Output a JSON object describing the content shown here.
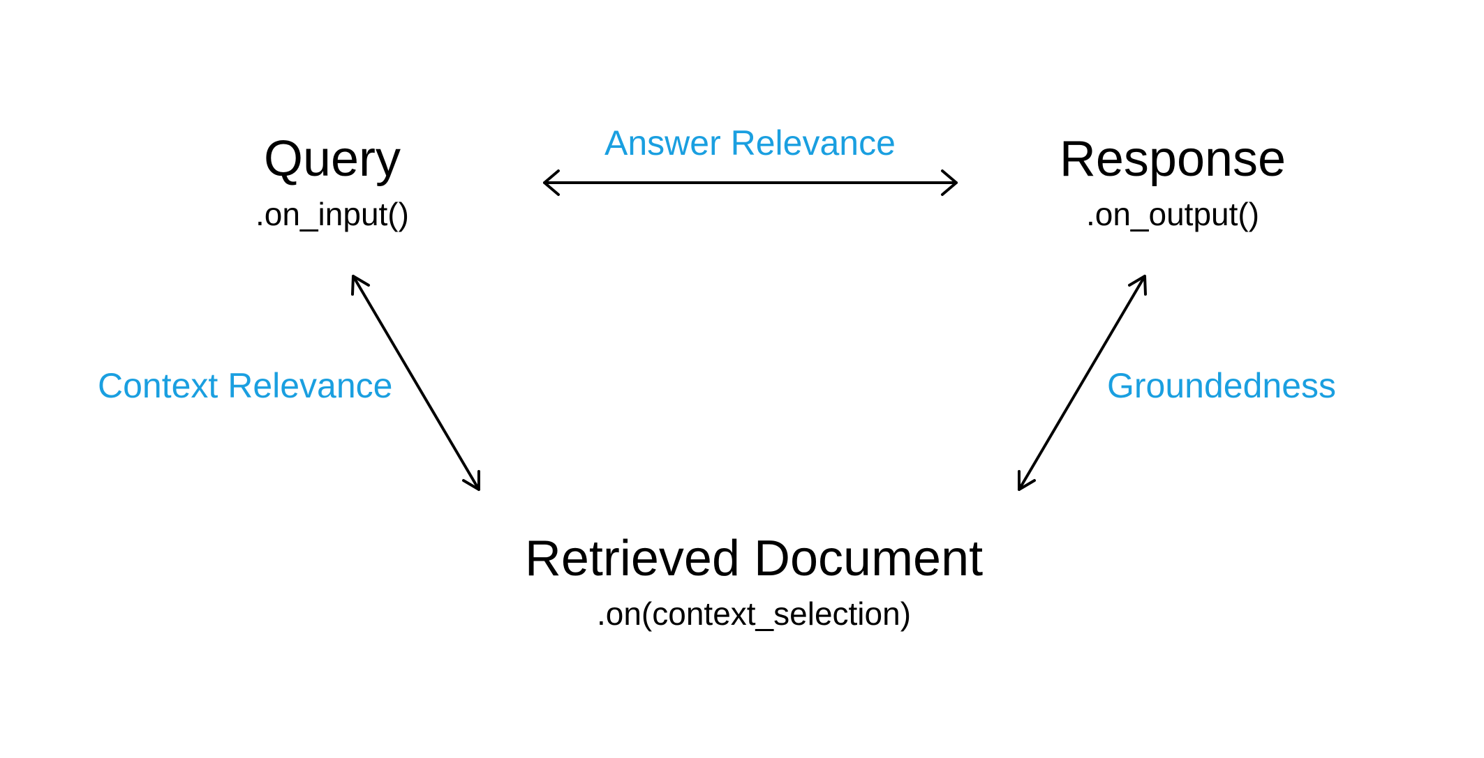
{
  "nodes": {
    "query": {
      "title": "Query",
      "method": ".on_input()"
    },
    "response": {
      "title": "Response",
      "method": ".on_output()"
    },
    "document": {
      "title": "Retrieved Document",
      "method": ".on(context_selection)"
    }
  },
  "edges": {
    "answer_relevance": {
      "label": "Answer Relevance"
    },
    "context_relevance": {
      "label": "Context Relevance"
    },
    "groundedness": {
      "label": "Groundedness"
    }
  },
  "colors": {
    "node_text": "#000000",
    "edge_label": "#1a9fe0",
    "arrow": "#000000"
  }
}
